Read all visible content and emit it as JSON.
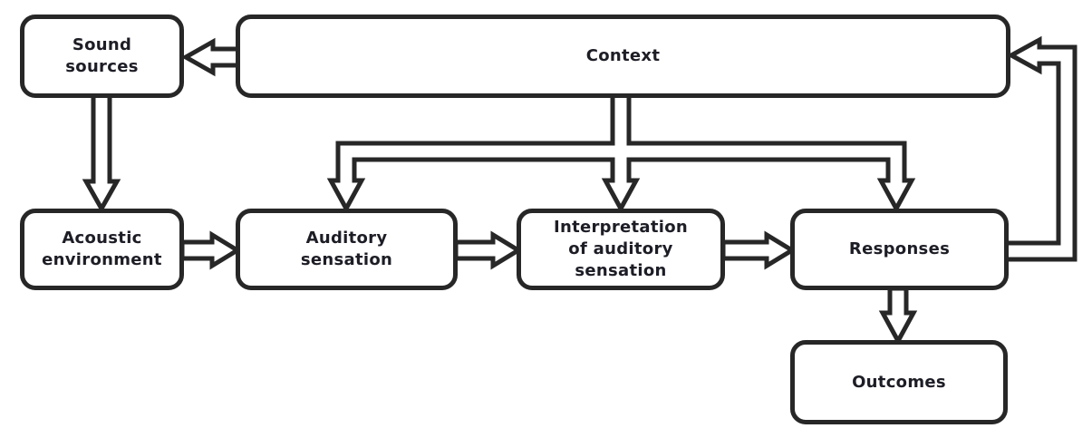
{
  "diagram": {
    "type": "flowchart",
    "boxes": [
      {
        "id": "sound-sources",
        "label": "Sound sources",
        "lines": [
          "Sound",
          "sources"
        ]
      },
      {
        "id": "context",
        "label": "Context",
        "lines": [
          "Context"
        ]
      },
      {
        "id": "acoustic-environment",
        "label": "Acoustic environment",
        "lines": [
          "Acoustic",
          "environment"
        ]
      },
      {
        "id": "auditory-sensation",
        "label": "Auditory sensation",
        "lines": [
          "Auditory",
          "sensation"
        ]
      },
      {
        "id": "interpretation-of-auditory-sensation",
        "label": "Interpretation of auditory sensation",
        "lines": [
          "Interpretation",
          "of auditory",
          "sensation"
        ]
      },
      {
        "id": "responses",
        "label": "Responses",
        "lines": [
          "Responses"
        ]
      },
      {
        "id": "outcomes",
        "label": "Outcomes",
        "lines": [
          "Outcomes"
        ]
      }
    ],
    "arrows": [
      {
        "from": "context",
        "to": "sound-sources",
        "style": "hollow-outline"
      },
      {
        "from": "sound-sources",
        "to": "acoustic-environment",
        "style": "hollow-outline"
      },
      {
        "from": "acoustic-environment",
        "to": "auditory-sensation",
        "style": "hollow-outline"
      },
      {
        "from": "auditory-sensation",
        "to": "interpretation-of-auditory-sensation",
        "style": "hollow-outline"
      },
      {
        "from": "interpretation-of-auditory-sensation",
        "to": "responses",
        "style": "hollow-outline"
      },
      {
        "from": "context",
        "to": "auditory-sensation",
        "style": "hollow-outline-fork"
      },
      {
        "from": "context",
        "to": "interpretation-of-auditory-sensation",
        "style": "hollow-outline-fork"
      },
      {
        "from": "context",
        "to": "responses",
        "style": "hollow-outline-fork"
      },
      {
        "from": "responses",
        "to": "outcomes",
        "style": "hollow-outline"
      },
      {
        "from": "responses",
        "to": "context",
        "style": "hollow-outline-feedback-loop"
      }
    ],
    "colors": {
      "line": "#272727",
      "text": "#1d1d26",
      "background": "#ffffff"
    }
  }
}
